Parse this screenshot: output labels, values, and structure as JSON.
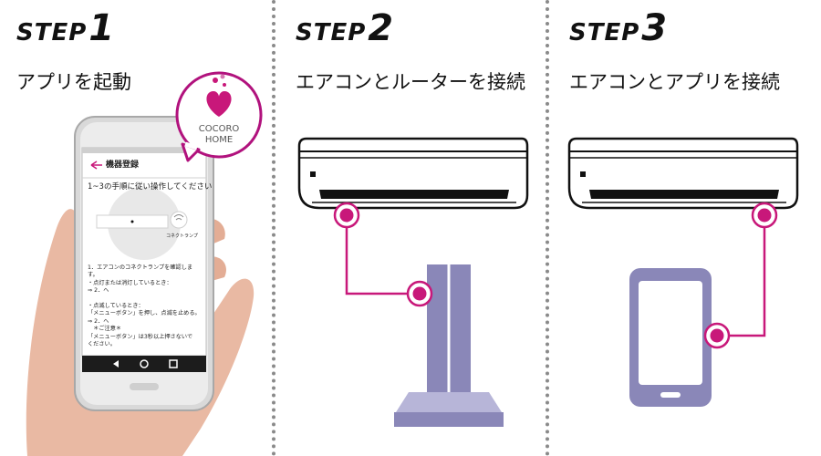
{
  "steps": [
    {
      "word": "STEP",
      "number": "1",
      "title": "アプリを起動"
    },
    {
      "word": "STEP",
      "number": "2",
      "title": "エアコンとルーターを接続"
    },
    {
      "word": "STEP",
      "number": "3",
      "title": "エアコンとアプリを接続"
    }
  ],
  "app_badge": {
    "line1": "COCORO",
    "line2": "HOME"
  },
  "phone": {
    "header_title": "機器登録",
    "instruction": "1~3の手順に従い操作してください",
    "lamp_label": "コネクトランプ",
    "body_lines": [
      "1．エアコンのコネクトランプを確認しま",
      "す。",
      "・点灯または消灯しているとき：",
      "⇒ 2．へ",
      "",
      "・点滅しているとき：",
      "「メニューボタン」を押し、点滅を止める。",
      "⇒ 2．へ",
      "　＊ご注意＊",
      "「メニューボタン」は3秒以上押さないで",
      "ください。"
    ]
  },
  "colors": {
    "accent": "#c8187a",
    "device": "#8a87b8",
    "device_light": "#b7b5d8"
  }
}
